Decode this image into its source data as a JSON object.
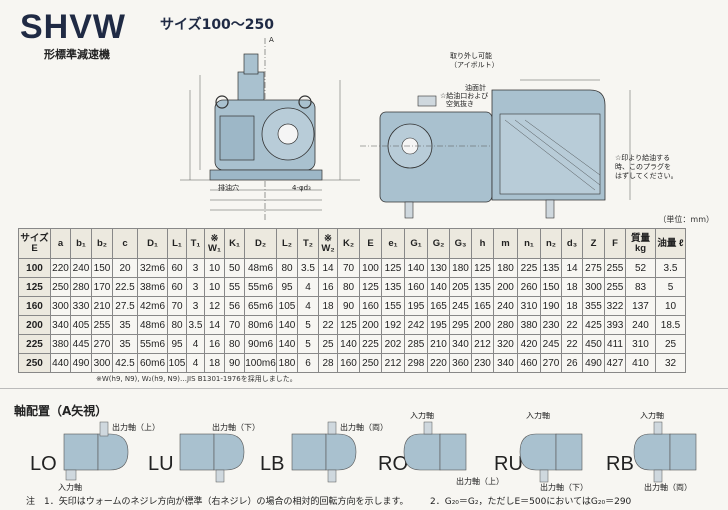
{
  "title": "SHVW",
  "subtitle": "形標準減速機",
  "size_range": "サイズ100～250",
  "unit": "（単位：mm）",
  "drawing_labels": {
    "a_arrow": "A",
    "eyebolt": "取り外し可能",
    "eyebolt2": "（アイボルト）",
    "oil_gauge": "油面計",
    "filler": "☆給油口および",
    "air_vent": "空気抜き",
    "drain": "排油穴",
    "bolt": "4-φd₃",
    "note1": "☆印より給油する",
    "note2": "時、このプラグを",
    "note3": "はずしてください。"
  },
  "table": {
    "headers": [
      "サイズ E",
      "a",
      "b₁",
      "b₂",
      "c",
      "D₁",
      "L₁",
      "T₁",
      "※ W₁",
      "K₁",
      "D₂",
      "L₂",
      "T₂",
      "※ W₂",
      "K₂",
      "E",
      "e₁",
      "G₁",
      "G₂",
      "G₃",
      "h",
      "m",
      "n₁",
      "n₂",
      "d₃",
      "Z",
      "F",
      "質量 kg",
      "油量 ℓ"
    ],
    "rows": [
      [
        "100",
        "220",
        "240",
        "150",
        "20",
        "32m6",
        "60",
        "3",
        "10",
        "50",
        "48m6",
        "80",
        "3.5",
        "14",
        "70",
        "100",
        "125",
        "140",
        "130",
        "180",
        "125",
        "180",
        "225",
        "135",
        "14",
        "275",
        "255",
        "52",
        "3.5"
      ],
      [
        "125",
        "250",
        "280",
        "170",
        "22.5",
        "38m6",
        "60",
        "3",
        "10",
        "55",
        "55m6",
        "95",
        "4",
        "16",
        "80",
        "125",
        "135",
        "160",
        "140",
        "205",
        "135",
        "200",
        "260",
        "150",
        "18",
        "300",
        "255",
        "83",
        "5"
      ],
      [
        "160",
        "300",
        "330",
        "210",
        "27.5",
        "42m6",
        "70",
        "3",
        "12",
        "56",
        "65m6",
        "105",
        "4",
        "18",
        "90",
        "160",
        "155",
        "195",
        "165",
        "245",
        "165",
        "240",
        "310",
        "190",
        "18",
        "355",
        "322",
        "137",
        "10"
      ],
      [
        "200",
        "340",
        "405",
        "255",
        "35",
        "48m6",
        "80",
        "3.5",
        "14",
        "70",
        "80m6",
        "140",
        "5",
        "22",
        "125",
        "200",
        "192",
        "242",
        "195",
        "295",
        "200",
        "280",
        "380",
        "230",
        "22",
        "425",
        "393",
        "240",
        "18.5"
      ],
      [
        "225",
        "380",
        "445",
        "270",
        "35",
        "55m6",
        "95",
        "4",
        "16",
        "80",
        "90m6",
        "140",
        "5",
        "25",
        "140",
        "225",
        "202",
        "285",
        "210",
        "340",
        "212",
        "320",
        "420",
        "245",
        "22",
        "450",
        "411",
        "310",
        "25"
      ],
      [
        "250",
        "440",
        "490",
        "300",
        "42.5",
        "60m6",
        "105",
        "4",
        "18",
        "90",
        "100m6",
        "180",
        "6",
        "28",
        "160",
        "250",
        "212",
        "298",
        "220",
        "360",
        "230",
        "340",
        "460",
        "270",
        "26",
        "490",
        "427",
        "410",
        "32"
      ]
    ]
  },
  "table_note": "※W(h9, N9), W₂(h9, N9)…JIS B1301-1976を採用しました。",
  "arrangement_title": "軸配置（A矢視）",
  "arrangements": [
    {
      "code": "LO",
      "out_label": "出力軸（上）",
      "in_label": "入力軸"
    },
    {
      "code": "LU",
      "out_label": "出力軸（下）",
      "in_label": ""
    },
    {
      "code": "LB",
      "out_label": "出力軸（両）",
      "in_label": ""
    },
    {
      "code": "RO",
      "out_label": "出力軸（上）",
      "in_label": "入力軸"
    },
    {
      "code": "RU",
      "out_label": "出力軸（下）",
      "in_label": "入力軸"
    },
    {
      "code": "RB",
      "out_label": "出力軸（両）",
      "in_label": "入力軸"
    }
  ],
  "footnote1": "注　1．矢印はウォームのネジレ方向が標準（右ネジレ）の場合の相対的回転方向を示します。",
  "footnote2": "2．G₂₀＝G₂，ただしE＝500においてはG₂₀＝290",
  "colors": {
    "gear_body": "#a9c1cf",
    "header_bg": "#ece9df",
    "title": "#1f2a44"
  }
}
